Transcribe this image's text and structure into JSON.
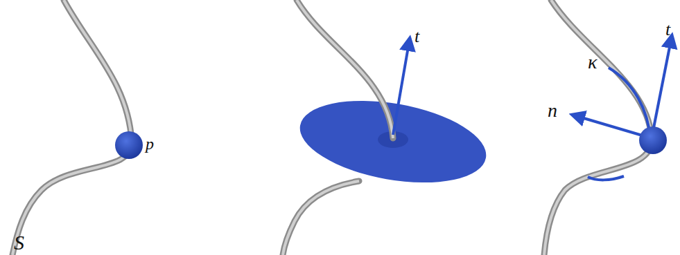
{
  "diagram": {
    "labels": [
      "S",
      "p",
      "t",
      "κ",
      "t",
      "n"
    ]
  }
}
